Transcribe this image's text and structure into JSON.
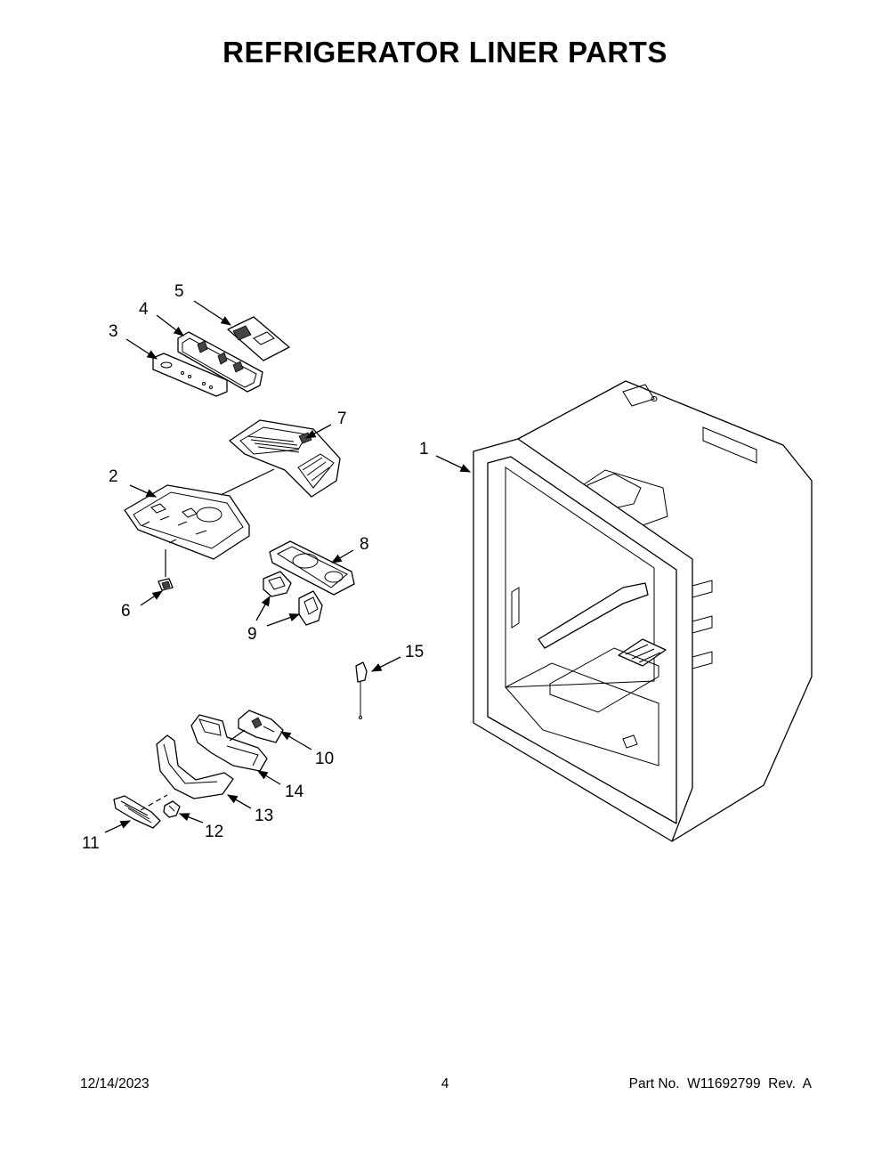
{
  "title": "REFRIGERATOR LINER PARTS",
  "callouts": [
    "1",
    "2",
    "3",
    "4",
    "5",
    "6",
    "7",
    "8",
    "9",
    "10",
    "11",
    "12",
    "13",
    "14",
    "15"
  ],
  "footer": {
    "date": "12/14/2023",
    "page": "4",
    "part_no": "Part No.  W11692799  Rev.  A"
  }
}
